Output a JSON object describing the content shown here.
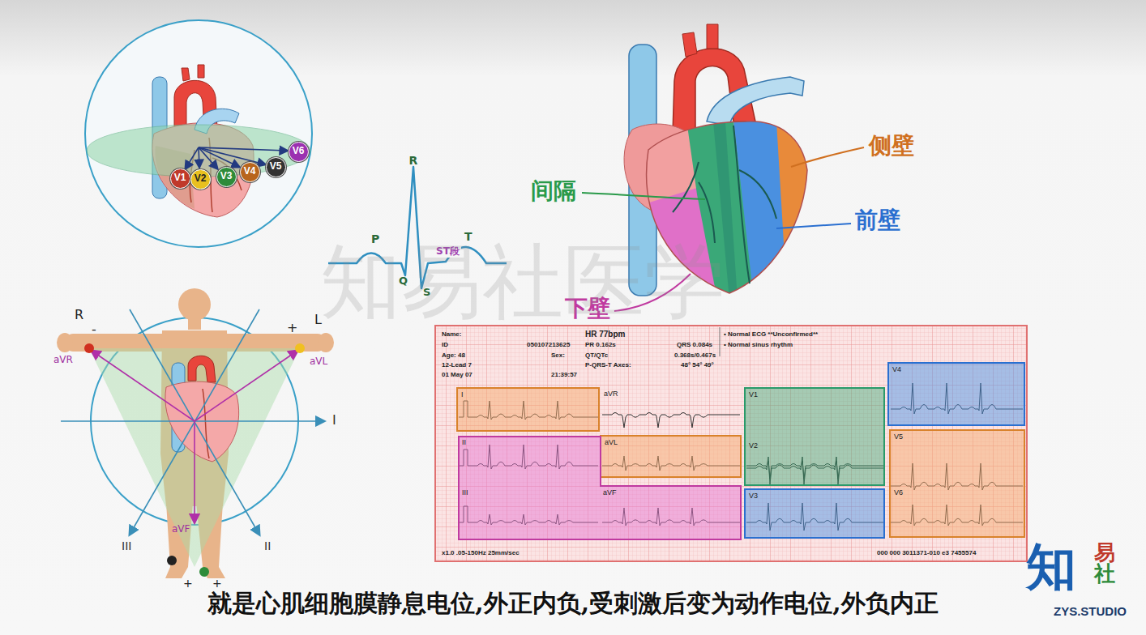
{
  "diagram": {
    "caption": "就是心肌细胞膜静息电位,外正内负,受刺激后变为动作电位,外负内正",
    "nodes": [
      {
        "text": [
          "V1"
        ]
      },
      {
        "text": [
          "V2"
        ]
      },
      {
        "text": [
          "V3"
        ]
      },
      {
        "text": [
          "V4"
        ]
      },
      {
        "text": [
          "V5"
        ]
      },
      {
        "text": [
          "V6"
        ]
      },
      {
        "text": [
          "I"
        ]
      },
      {
        "text": [
          "aVL"
        ]
      },
      {
        "text": [
          "II",
          "III",
          "aVF"
        ]
      },
      {
        "text": [
          "V1",
          "V2"
        ]
      },
      {
        "text": [
          "V3"
        ]
      },
      {
        "text": [
          "V4"
        ]
      },
      {
        "text": [
          "V5",
          "V6"
        ]
      }
    ],
    "labels": [
      "R",
      "P",
      "ST段",
      "T",
      "Q",
      "S",
      "间隔",
      "侧壁",
      "前壁",
      "下壁",
      "R",
      "-",
      "+",
      "L",
      "aVR",
      "aVL",
      "I",
      "III",
      "II",
      "aVF",
      "+",
      "+",
      "aVR",
      "Name:",
      "ID",
      "Age: 48",
      "12-Lead 7",
      "01 May 07",
      "HR 77bpm",
      "050107213625",
      "PR 0.162s",
      "Sex:",
      "QT/QTc",
      "P-QRS-T Axes:",
      "21:39:57",
      "QRS 0.084s",
      "0.368s/0.467s",
      "48° 54° 49°",
      "• Normal ECG **Unconfirmed**",
      "• Normal sinus rhythm",
      "x1.0 .05-150Hz 25mm/sec",
      "000 000 3011371-010 e3 7455574",
      "知易社医学",
      "知",
      "易",
      "社",
      "ZYS.STUDIO"
    ]
  }
}
